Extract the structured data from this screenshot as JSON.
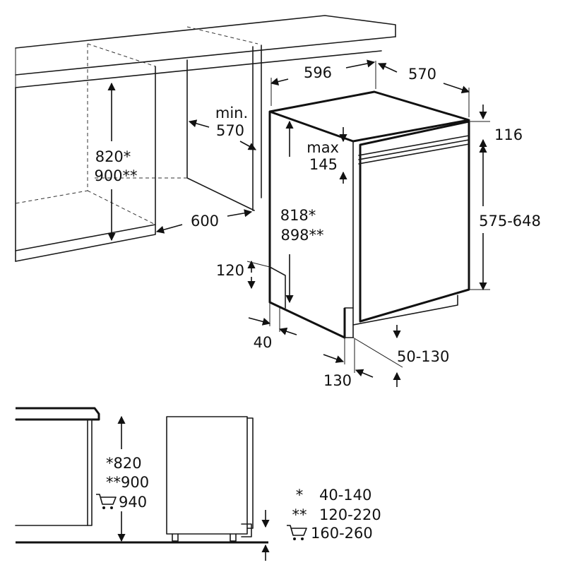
{
  "dimensions": {
    "width_596": "596",
    "depth_570": "570",
    "min_label": "min.",
    "min_570": "570",
    "top_116": "116",
    "max_label": "max",
    "max_145": "145",
    "niche_h_1": "820*",
    "niche_h_2": "900**",
    "niche_depth_600": "600",
    "appl_h_1": "818*",
    "appl_h_2": "898**",
    "door_575_648": "575-648",
    "foot_120": "120",
    "foot_40": "40",
    "plinth_50_130": "50-130",
    "plinth_130": "130"
  },
  "side_view": {
    "h_820": "*820",
    "h_900": "**900",
    "h_940": "940",
    "legend": [
      {
        "mark": "*",
        "value": "40-140"
      },
      {
        "mark": "**",
        "value": "120-220"
      },
      {
        "mark": "",
        "value": "160-260"
      }
    ]
  },
  "icons": [
    "cart-icon"
  ]
}
